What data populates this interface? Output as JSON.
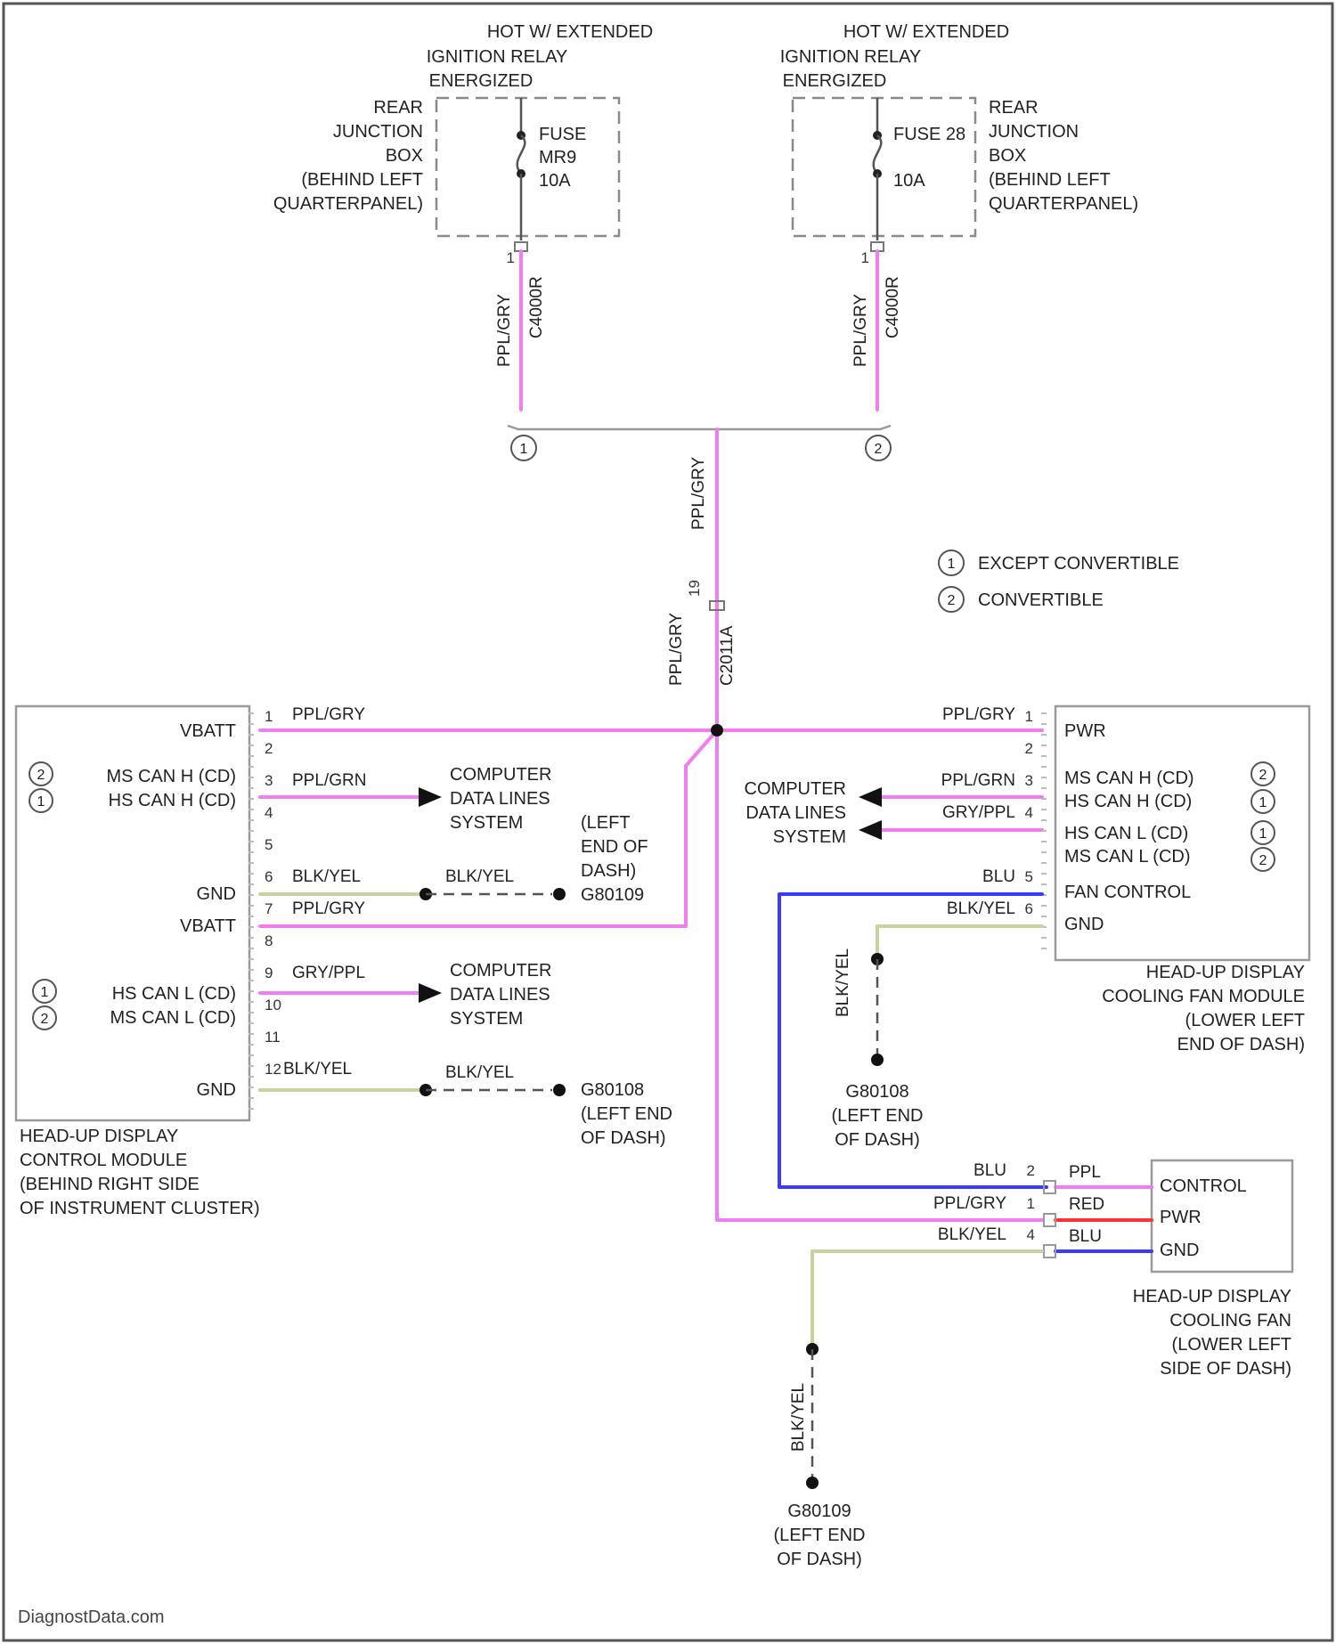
{
  "colors": {
    "ppl_gry": "#f07ef0",
    "blu": "#3a3aff",
    "red": "#ff3333",
    "blk_yel": "#c8d2a0",
    "frame": "#555555",
    "text": "#222222"
  },
  "fuse_left": {
    "hot_label": [
      "HOT W/ EXTENDED",
      "IGNITION RELAY",
      "ENERGIZED"
    ],
    "location": [
      "REAR",
      "JUNCTION",
      "BOX",
      "(BEHIND LEFT",
      "QUARTERPANEL)"
    ],
    "fuse": [
      "FUSE",
      "MR9",
      "10A"
    ],
    "pin": "1",
    "wire": "PPL/GRY",
    "connector": "C4000R"
  },
  "fuse_right": {
    "hot_label": [
      "HOT W/ EXTENDED",
      "IGNITION RELAY",
      "ENERGIZED"
    ],
    "location": [
      "REAR",
      "JUNCTION",
      "BOX",
      "(BEHIND LEFT",
      "QUARTERPANEL)"
    ],
    "fuse": [
      "FUSE 28",
      "10A"
    ],
    "pin": "1",
    "wire": "PPL/GRY",
    "connector": "C4000R"
  },
  "trunk": {
    "wire": "PPL/GRY",
    "pin": "19",
    "connector": "C2011A",
    "wire2": "PPL/GRY",
    "ref_left": "1",
    "ref_right": "2"
  },
  "legend": [
    {
      "ref": "1",
      "text": "EXCEPT CONVERTIBLE"
    },
    {
      "ref": "2",
      "text": "CONVERTIBLE"
    }
  ],
  "hud_module": {
    "label": [
      "HEAD-UP DISPLAY",
      "CONTROL MODULE",
      "(BEHIND RIGHT SIDE",
      "OF INSTRUMENT CLUSTER)"
    ],
    "pins": {
      "p1": "1",
      "p2": "2",
      "p3": "3",
      "p4": "4",
      "p5": "5",
      "p6": "6",
      "p7": "7",
      "p8": "8",
      "p9": "9",
      "p10": "10",
      "p11": "11",
      "p12": "12"
    },
    "signals": {
      "vbatt1": "VBATT",
      "ms_can_h": "MS CAN H (CD)",
      "hs_can_h": "HS CAN H (CD)",
      "gnd1": "GND",
      "vbatt2": "VBATT",
      "hs_can_l": "HS CAN L (CD)",
      "ms_can_l": "MS CAN L (CD)",
      "gnd2": "GND"
    },
    "wires": {
      "w1": "PPL/GRY",
      "w3": "PPL/GRN",
      "w6": "BLK/YEL",
      "w7": "PPL/GRY",
      "w9": "GRY/PPL",
      "w12": "BLK/YEL"
    },
    "refs": {
      "r1": "2",
      "r2": "1",
      "r3": "1",
      "r4": "2"
    },
    "computer_data": [
      "COMPUTER",
      "DATA LINES",
      "SYSTEM"
    ],
    "ground1_wire": "BLK/YEL",
    "ground1_label": [
      "(LEFT",
      "END OF",
      "DASH)",
      "G80109"
    ],
    "ground2_wire": "BLK/YEL",
    "ground2_label": [
      "G80108",
      "(LEFT END",
      "OF DASH)"
    ]
  },
  "cooling_fan_module": {
    "label": [
      "HEAD-UP DISPLAY",
      "COOLING FAN MODULE",
      "(LOWER LEFT",
      "END OF DASH)"
    ],
    "signals": {
      "pwr": "PWR",
      "ms_can_h": "MS CAN H (CD)",
      "hs_can_h": "HS CAN H (CD)",
      "hs_can_l": "HS CAN L (CD)",
      "ms_can_l": "MS CAN L (CD)",
      "fan_control": "FAN CONTROL",
      "gnd": "GND"
    },
    "pins": {
      "p1": "1",
      "p2": "2",
      "p3": "3",
      "p4": "4",
      "p5": "5",
      "p6": "6"
    },
    "wires": {
      "w1": "PPL/GRY",
      "w3": "PPL/GRN",
      "w4": "GRY/PPL",
      "w5": "BLU",
      "w6": "BLK/YEL"
    },
    "refs": {
      "r1": "2",
      "r2": "1",
      "r3": "1",
      "r4": "2"
    },
    "computer_data": [
      "COMPUTER",
      "DATA LINES",
      "SYSTEM"
    ],
    "ground_wire": "BLK/YEL",
    "ground_label": [
      "G80108",
      "(LEFT END",
      "OF DASH)"
    ]
  },
  "cooling_fan": {
    "label": [
      "HEAD-UP DISPLAY",
      "COOLING FAN",
      "(LOWER LEFT",
      "SIDE OF DASH)"
    ],
    "signals": {
      "control": "CONTROL",
      "pwr": "PWR",
      "gnd": "GND"
    },
    "pins": {
      "p2": "2",
      "p1": "1",
      "p4": "4"
    },
    "wires_in": {
      "w2": "BLU",
      "w1": "PPL/GRY",
      "w4": "BLK/YEL"
    },
    "wires_out": {
      "control": "PPL",
      "pwr": "RED",
      "gnd": "BLU"
    },
    "ground_wire": "BLK/YEL",
    "ground_label": [
      "G80109",
      "(LEFT END",
      "OF DASH)"
    ]
  },
  "watermark": "DiagnostData.com"
}
